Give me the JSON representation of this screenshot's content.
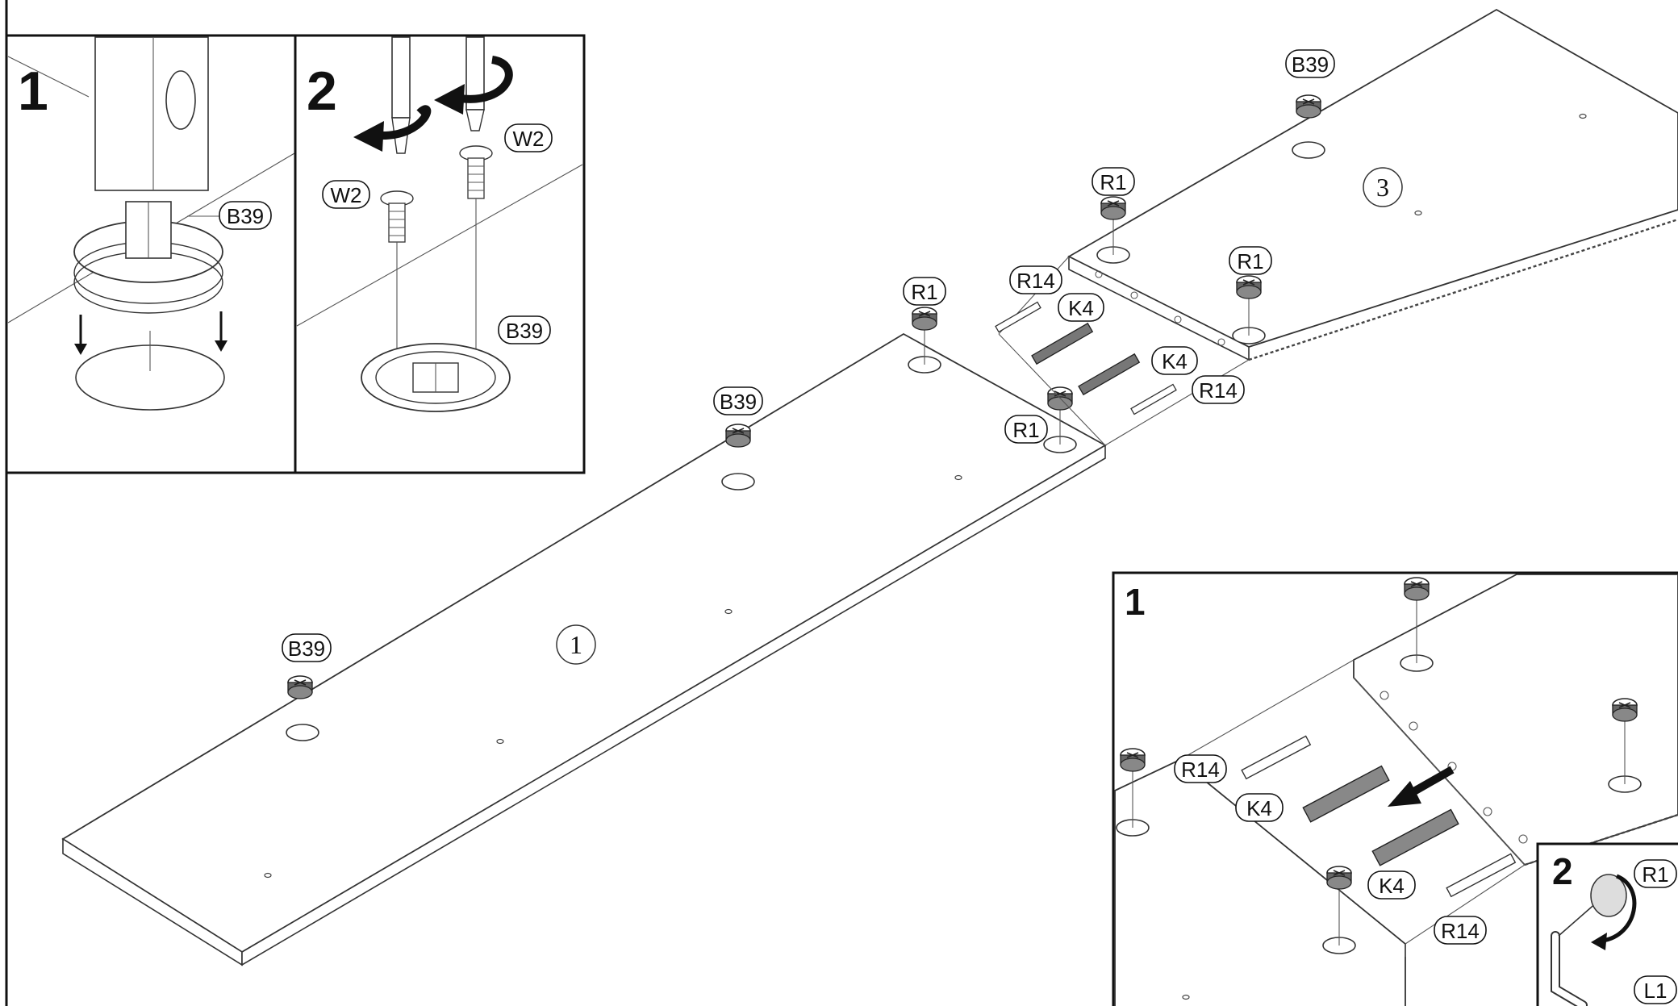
{
  "main_view": {
    "panels": [
      {
        "number": "1"
      },
      {
        "number": "3"
      }
    ],
    "labels": {
      "b39_top": "B39",
      "b39_mid": "B39",
      "b39_left": "B39",
      "r1_top": "R1",
      "r1_right": "R1",
      "r1_center": "R1",
      "r1_lower": "R1",
      "r14_top": "R14",
      "r14_right": "R14",
      "k4_top": "K4",
      "k4_right": "K4"
    }
  },
  "inset_top_left": {
    "step_number": "1",
    "labels": {
      "b39": "B39"
    }
  },
  "inset_top_mid": {
    "step_number": "2",
    "labels": {
      "w2_left": "W2",
      "w2_right": "W2",
      "b39": "B39"
    }
  },
  "inset_bottom_right": {
    "step_number": "1",
    "labels": {
      "r14_top": "R14",
      "k4_top": "K4",
      "k4_bottom": "K4",
      "r14_bottom": "R14"
    }
  },
  "inset_corner": {
    "step_number": "2",
    "labels": {
      "r1": "R1",
      "l1": "L1"
    }
  }
}
